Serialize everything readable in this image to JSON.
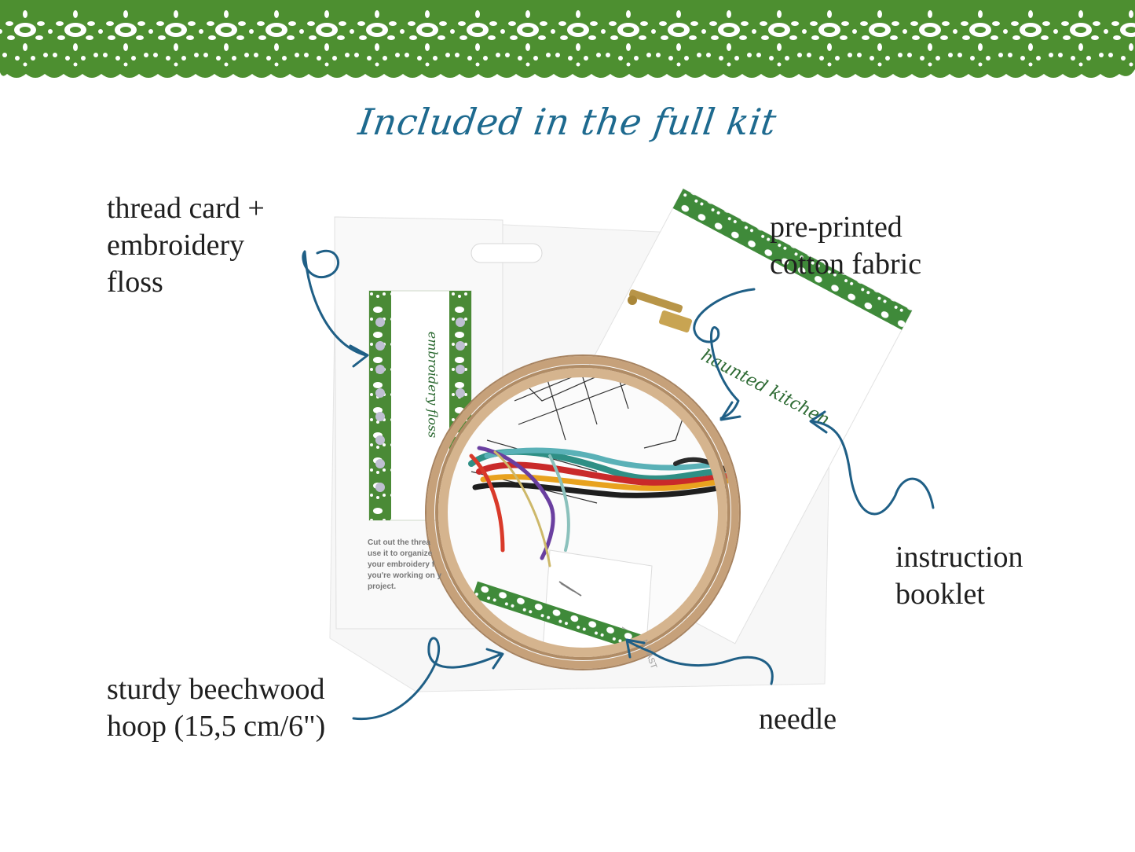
{
  "title": "Included in the full kit",
  "labels": {
    "thread_card": [
      "thread card +",
      "embroidery",
      "floss"
    ],
    "fabric": [
      "pre-printed",
      "cotton fabric"
    ],
    "booklet": [
      "instruction",
      "booklet"
    ],
    "hoop": [
      "sturdy beechwood",
      "hoop (15,5 cm/6\")"
    ],
    "needle": [
      "needle"
    ]
  },
  "thread_card": {
    "vertical_label": "embroidery floss",
    "instructions": [
      "Cut out the threa",
      "use it to organize",
      "your embroidery f",
      "you're working on y",
      "project."
    ]
  },
  "booklet": {
    "vertical_label": "haunted kitchen"
  },
  "needle_card": {
    "text": "N FAST"
  },
  "colors": {
    "lace_green": "#4d8f30",
    "title_blue": "#1e6a8f",
    "arrow_blue": "#1f5f86",
    "hoop_wood": "#caa57f",
    "label_text": "#1f1f1f"
  },
  "icons": [
    "lace-border-icon",
    "arrow-icon",
    "embroidery-hoop-icon",
    "floss-skein-icon",
    "needle-icon"
  ]
}
